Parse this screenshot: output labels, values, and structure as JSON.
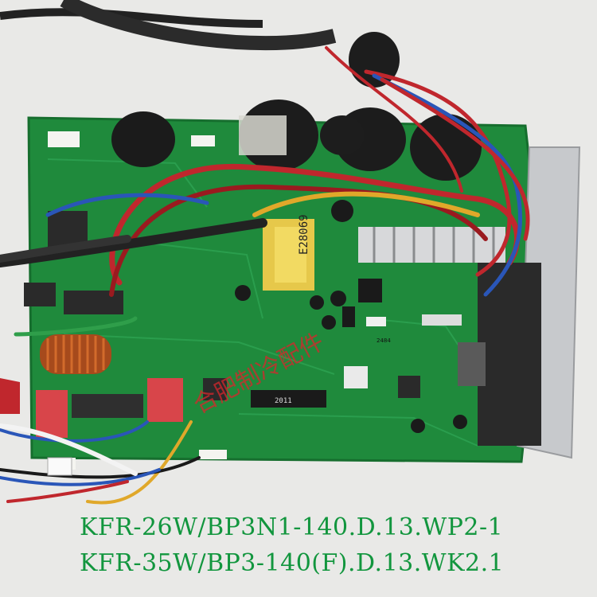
{
  "product_photo": {
    "subject": "air conditioner control circuit board",
    "colors": {
      "board": "#1f8a3c",
      "background": "#e9e9e7",
      "caption": "#12963e",
      "wire_red": "#c0272d",
      "wire_blue": "#2a56b8",
      "wire_yellow": "#e0a82a",
      "heatsink": "#c7c9cc",
      "watermark": "#d6262c"
    },
    "board_markings": {
      "transformer_code": "E28069",
      "chip_label": "2011",
      "small_label": "2484"
    },
    "watermark_text": "合肥制冷配件",
    "caption_lines": [
      "KFR-26W/BP3N1-140.D.13.WP2-1",
      "KFR-35W/BP3-140(F).D.13.WK2.1"
    ]
  }
}
